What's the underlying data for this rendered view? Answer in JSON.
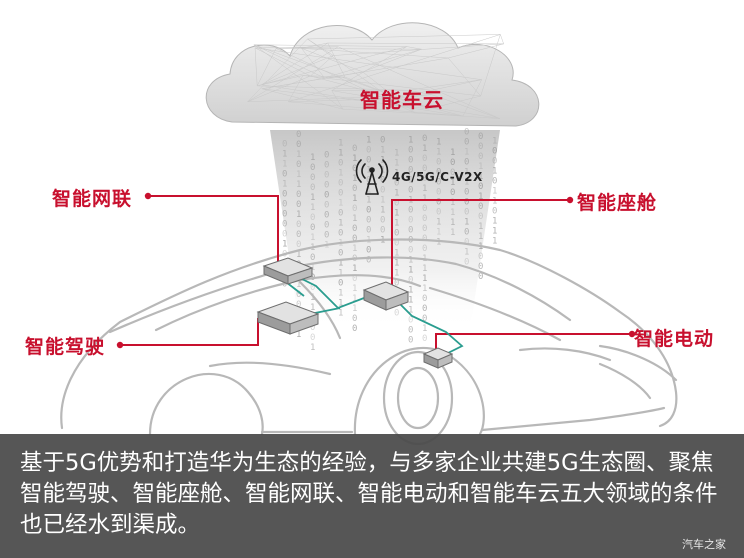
{
  "diagram": {
    "cloud_label": "智能车云",
    "signal_label": "4G/5G/C-V2X",
    "labels": {
      "network": "智能网联",
      "cabin": "智能座舱",
      "drive": "智能驾驶",
      "electric": "智能电动"
    }
  },
  "caption": {
    "text": "基于5G优势和打造华为生态的经验，与多家企业共建5G生态圈、聚焦智能驾驶、智能座舱、智能网联、智能电动和智能车云五大领域的条件也已经水到渠成。"
  },
  "watermark": "汽车之家",
  "colors": {
    "accent": "#c8102e",
    "wire": "#2a9d8f",
    "caption_bg": "#484848"
  },
  "icons": [
    "cloud-icon",
    "signal-tower-icon",
    "car-outline"
  ]
}
